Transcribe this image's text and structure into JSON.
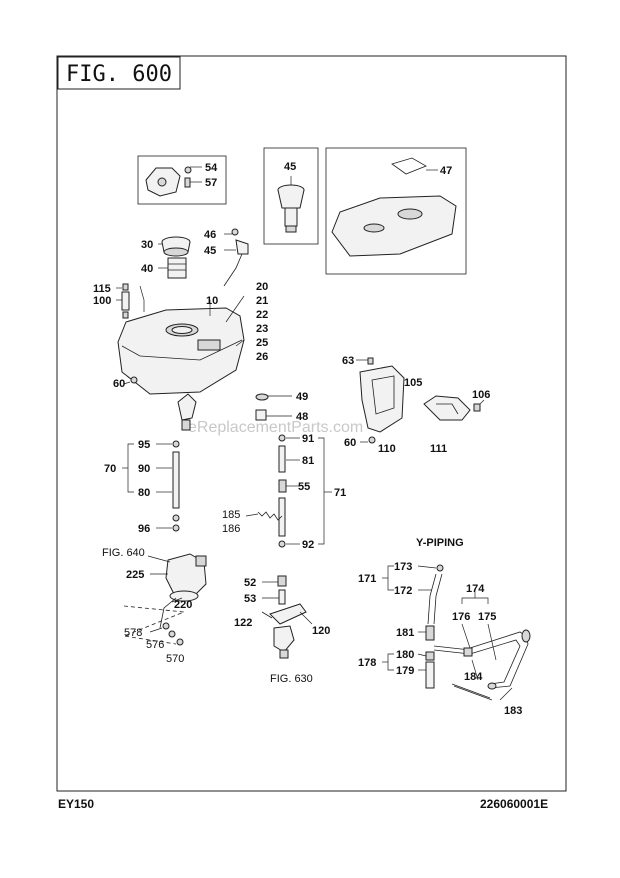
{
  "figure_title": "FIG. 600",
  "model": "EY150",
  "part_code": "226060001E",
  "watermark": "eReplacementParts.com",
  "subtitle_y_piping": "Y-PIPING",
  "refs": {
    "fig640": "FIG. 640",
    "fig630": "FIG. 630"
  },
  "labels": {
    "n54": "54",
    "n57": "57",
    "n45a": "45",
    "n47": "47",
    "n46": "46",
    "n45b": "45",
    "n30": "30",
    "n40": "40",
    "n115": "115",
    "n100": "100",
    "n10": "10",
    "n20": "20",
    "n21": "21",
    "n22": "22",
    "n23": "23",
    "n25": "25",
    "n26": "26",
    "n60a": "60",
    "n63": "63",
    "n105": "105",
    "n106": "106",
    "n60b": "60",
    "n110": "110",
    "n111": "111",
    "n49": "49",
    "n48": "48",
    "n91": "91",
    "n95": "95",
    "n70": "70",
    "n90": "90",
    "n81": "81",
    "n80": "80",
    "n55": "55",
    "n71": "71",
    "n96": "96",
    "n185": "185",
    "n186": "186",
    "n92": "92",
    "n225": "225",
    "n52": "52",
    "n53": "53",
    "n220": "220",
    "n122": "122",
    "n120": "120",
    "n578": "578",
    "n576": "576",
    "n570": "570",
    "n173": "173",
    "n171": "171",
    "n172": "172",
    "n174": "174",
    "n176": "176",
    "n175": "175",
    "n181": "181",
    "n180": "180",
    "n178": "178",
    "n179": "179",
    "n184": "184",
    "n183": "183"
  }
}
